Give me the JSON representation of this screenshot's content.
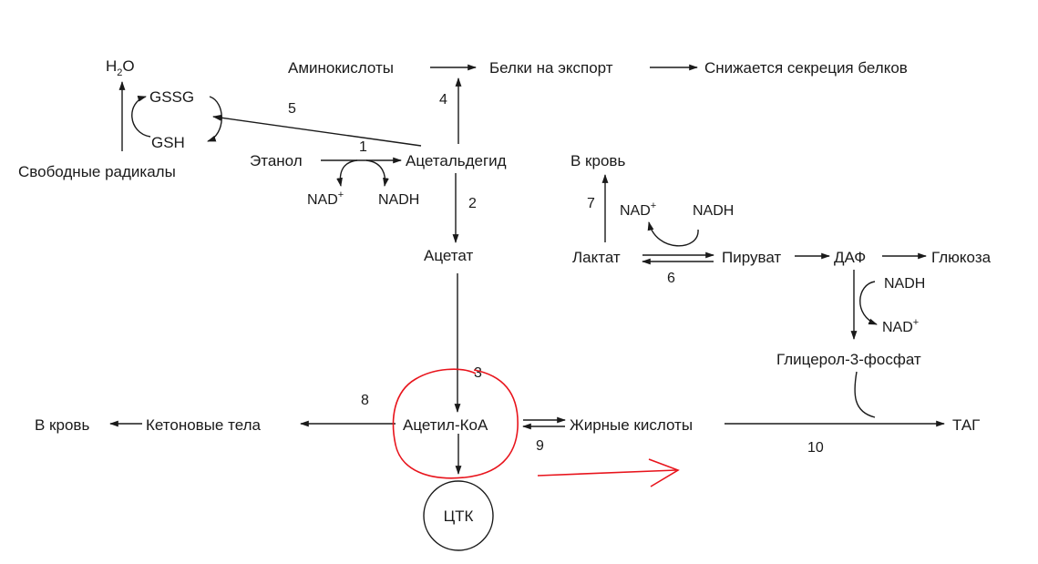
{
  "nodes": {
    "h2o": {
      "pre": "H",
      "sub": "2",
      "post": "O"
    },
    "gssg": "GSSG",
    "gsh": "GSH",
    "free_radicals": "Свободные радикалы",
    "amino_acids": "Аминокислоты",
    "export_proteins": "Белки на экспорт",
    "protein_secretion_decrease": "Снижается секреция белков",
    "ethanol": "Этанол",
    "acetaldehyde": "Ацетальдегид",
    "nad_plus_1": {
      "base": "NAD",
      "sup": "+"
    },
    "nadh_1": "NADH",
    "acetate": "Ацетат",
    "to_blood_top": "В кровь",
    "nad_plus_2": {
      "base": "NAD",
      "sup": "+"
    },
    "nadh_2": "NADH",
    "lactate": "Лактат",
    "pyruvate": "Пируват",
    "dap": "ДАФ",
    "glucose": "Глюкоза",
    "nadh_3": "NADH",
    "nad_plus_3": {
      "base": "NAD",
      "sup": "+"
    },
    "glycerol_3_phosphate": "Глицерол-3-фосфат",
    "acetyl_coa": "Ацетил-КоА",
    "fatty_acids": "Жирные кислоты",
    "tag": "ТАГ",
    "ketone_bodies": "Кетоновые тела",
    "to_blood_left": "В кровь",
    "tca": "ЦТК"
  },
  "reaction_numbers": {
    "r1": "1",
    "r2": "2",
    "r3": "3",
    "r4": "4",
    "r5": "5",
    "r6": "6",
    "r7": "7",
    "r8": "8",
    "r9": "9",
    "r10": "10"
  },
  "annotation": {
    "color": "#e8141c",
    "highlight": "red hand-drawn circle around Ацетил-КоА with a red arrow pointing right"
  }
}
